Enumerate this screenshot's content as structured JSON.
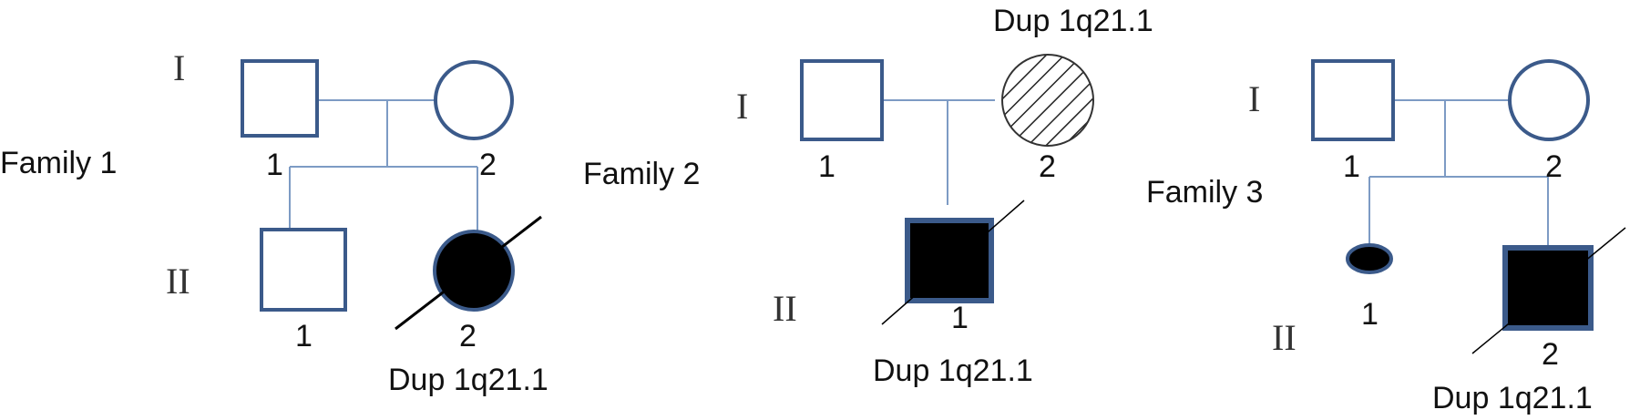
{
  "families": [
    {
      "label": "Family 1",
      "gen_I": "I",
      "gen_II": "II",
      "members": [
        {
          "id": "I-1",
          "number": "1",
          "shape": "square",
          "affected": false
        },
        {
          "id": "I-2",
          "number": "2",
          "shape": "circle",
          "affected": false
        },
        {
          "id": "II-1",
          "number": "1",
          "shape": "square",
          "affected": false
        },
        {
          "id": "II-2",
          "number": "2",
          "shape": "circle",
          "affected": true,
          "deceased": true,
          "annotation": "Dup 1q21.1"
        }
      ]
    },
    {
      "label": "Family 2",
      "gen_I": "I",
      "gen_II": "II",
      "members": [
        {
          "id": "I-1",
          "number": "1",
          "shape": "square",
          "affected": false
        },
        {
          "id": "I-2",
          "number": "2",
          "shape": "circle",
          "carrier": true,
          "annotation": "Dup 1q21.1"
        },
        {
          "id": "II-1",
          "number": "1",
          "shape": "square",
          "affected": true,
          "deceased": true,
          "annotation": "Dup 1q21.1"
        }
      ]
    },
    {
      "label": "Family 3",
      "gen_I": "I",
      "gen_II": "II",
      "members": [
        {
          "id": "I-1",
          "number": "1",
          "shape": "square",
          "affected": false
        },
        {
          "id": "I-2",
          "number": "2",
          "shape": "circle",
          "affected": false
        },
        {
          "id": "II-1",
          "number": "1",
          "shape": "miscarriage",
          "affected": true
        },
        {
          "id": "II-2",
          "number": "2",
          "shape": "square",
          "affected": true,
          "deceased": true,
          "annotation": "Dup 1q21.1"
        }
      ]
    }
  ],
  "colors": {
    "symbol_outline": "#3b5a8a",
    "connector": "#7d9bc4",
    "affected_fill": "#000000",
    "background": "#ffffff"
  }
}
